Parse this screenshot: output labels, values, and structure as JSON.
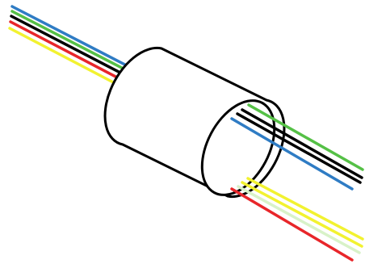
{
  "diagram": {
    "colors": {
      "background": "#ffffff",
      "outline": "#000000",
      "wire_blue": "#2f7cc4",
      "wire_green": "#55c046",
      "wire_black": "#000000",
      "wire_yellow": "#f2f230",
      "wire_red": "#e8262a",
      "wire_light_green": "#d8f2c8"
    },
    "component": {
      "name": "cylinder-housing",
      "outline_color": "#000000",
      "fill": "#ffffff"
    },
    "wire_bundles": [
      {
        "name": "input-wire-bundle",
        "side": "upper-left",
        "wires": [
          "blue",
          "green",
          "black",
          "red",
          "yellow"
        ]
      },
      {
        "name": "output-wire-bundle-upper",
        "side": "right-upper",
        "wires": [
          "green",
          "black",
          "black",
          "blue"
        ]
      },
      {
        "name": "output-wire-bundle-lower",
        "side": "right-lower",
        "wires": [
          "yellow",
          "yellow",
          "light-green",
          "red"
        ]
      }
    ]
  }
}
